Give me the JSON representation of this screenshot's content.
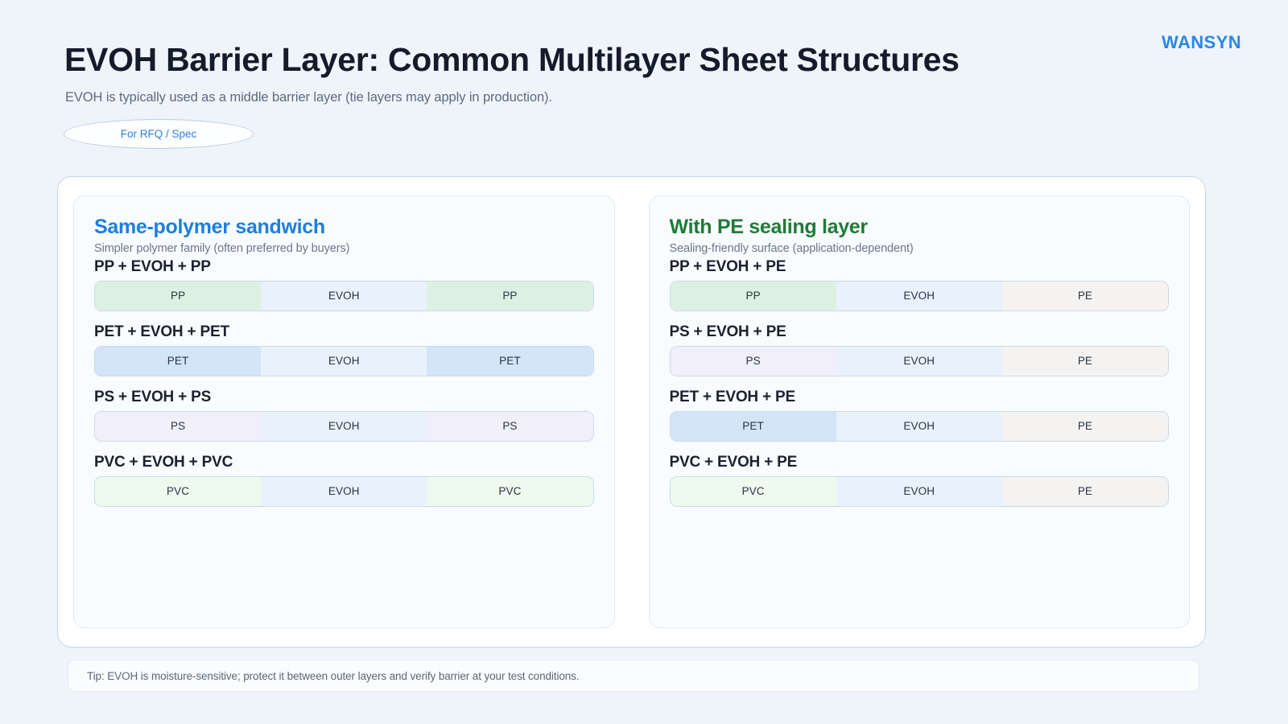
{
  "header": {
    "logo": "WANSYN",
    "title": "EVOH Barrier Layer: Common Multilayer Sheet Structures",
    "subtitle": "EVOH is typically used as a middle barrier layer (tie layers may apply in production).",
    "badge_label": "For RFQ / Spec"
  },
  "colors": {
    "page_background": "#eff4fb",
    "brand_blue": "#2b87e3",
    "panel_left_accent": "#1b7fe0",
    "panel_right_accent": "#1f7a36",
    "title_text": "#141c2b",
    "muted_text": "#6a7687",
    "mat_pp": "#ddf1e2",
    "mat_pet": "#d3e5f8",
    "mat_ps": "#f1effb",
    "mat_pvc": "#edfbee",
    "mat_pe": "#f4f3f2",
    "mat_evoh": "#e8f1fc"
  },
  "panels": [
    {
      "id": "same-polymer-sandwich",
      "title": "Same-polymer sandwich",
      "subtitle": "Simpler polymer family (often preferred by buyers)",
      "accent": "blue",
      "structures": [
        {
          "label": "PP + EVOH + PP",
          "layers": [
            "PP",
            "EVOH",
            "PP"
          ]
        },
        {
          "label": "PET + EVOH + PET",
          "layers": [
            "PET",
            "EVOH",
            "PET"
          ]
        },
        {
          "label": "PS + EVOH + PS",
          "layers": [
            "PS",
            "EVOH",
            "PS"
          ]
        },
        {
          "label": "PVC + EVOH + PVC",
          "layers": [
            "PVC",
            "EVOH",
            "PVC"
          ]
        }
      ]
    },
    {
      "id": "with-pe-sealing-layer",
      "title": "With PE sealing layer",
      "subtitle": "Sealing-friendly surface (application-dependent)",
      "accent": "green",
      "structures": [
        {
          "label": "PP + EVOH + PE",
          "layers": [
            "PP",
            "EVOH",
            "PE"
          ]
        },
        {
          "label": "PS + EVOH + PE",
          "layers": [
            "PS",
            "EVOH",
            "PE"
          ]
        },
        {
          "label": "PET + EVOH + PE",
          "layers": [
            "PET",
            "EVOH",
            "PE"
          ]
        },
        {
          "label": "PVC + EVOH + PE",
          "layers": [
            "PVC",
            "EVOH",
            "PE"
          ]
        }
      ]
    }
  ],
  "footer": {
    "tip": "Tip: EVOH is moisture-sensitive; protect it between outer layers and verify barrier at your test conditions."
  }
}
